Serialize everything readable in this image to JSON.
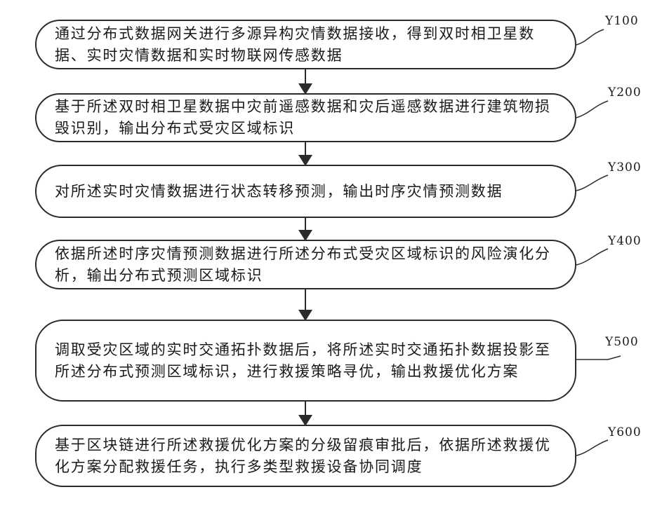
{
  "steps": [
    {
      "label": "Y100",
      "text": "通过分布式数据网关进行多源异构灾情数据接收，得到双时相卫星数据、实时灾情数据和实时物联网传感数据"
    },
    {
      "label": "Y200",
      "text": "基于所述双时相卫星数据中灾前遥感数据和灾后遥感数据进行建筑物损毁识别，输出分布式受灾区域标识"
    },
    {
      "label": "Y300",
      "text": "对所述实时灾情数据进行状态转移预测，输出时序灾情预测数据"
    },
    {
      "label": "Y400",
      "text": "依据所述时序灾情预测数据进行所述分布式受灾区域标识的风险演化分析，输出分布式预测区域标识"
    },
    {
      "label": "Y500",
      "text": "调取受灾区域的实时交通拓扑数据后，将所述实时交通拓扑数据投影至所述分布式预测区域标识，进行救援策略寻优，输出救援优化方案"
    },
    {
      "label": "Y600",
      "text": "基于区块链进行所述救援优化方案的分级留痕审批后，依据所述救援优化方案分配救援任务，执行多类型救援设备协同调度"
    }
  ]
}
